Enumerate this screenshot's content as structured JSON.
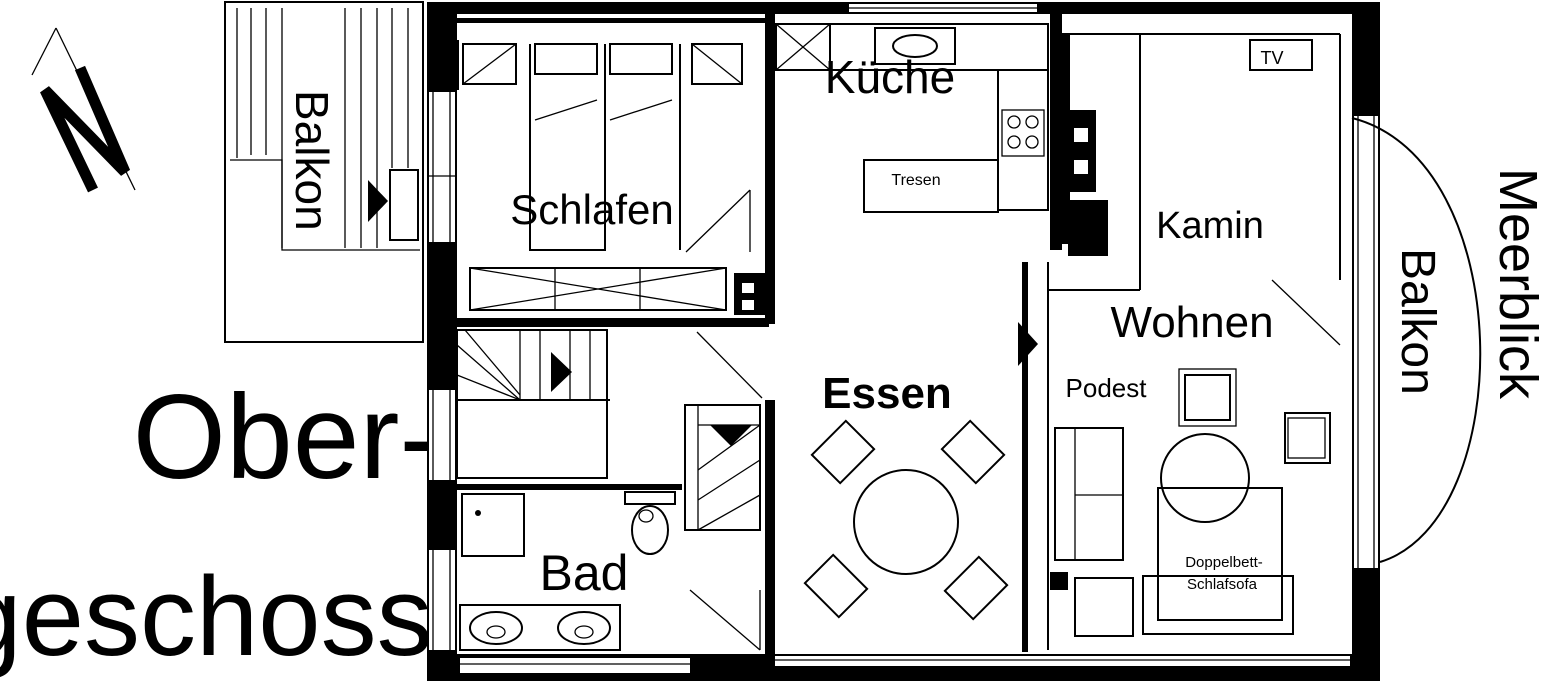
{
  "floor_title": {
    "line1": "Ober-",
    "line2": "geschoss"
  },
  "north_arrow": {
    "letter": "N",
    "icon": "north-arrow-icon"
  },
  "rooms": {
    "kueche": "Küche",
    "tresen": "Tresen",
    "schlafen": "Schlafen",
    "bad": "Bad",
    "essen": "Essen",
    "kamin": "Kamin",
    "wohnen": "Wohnen",
    "podest": "Podest",
    "doppelbett_1": "Doppelbett-",
    "doppelbett_2": "Schlafsofa",
    "tv": "TV"
  },
  "balconies": {
    "west": "Balkon",
    "east": "Balkon",
    "east_view": "Meerblick"
  }
}
